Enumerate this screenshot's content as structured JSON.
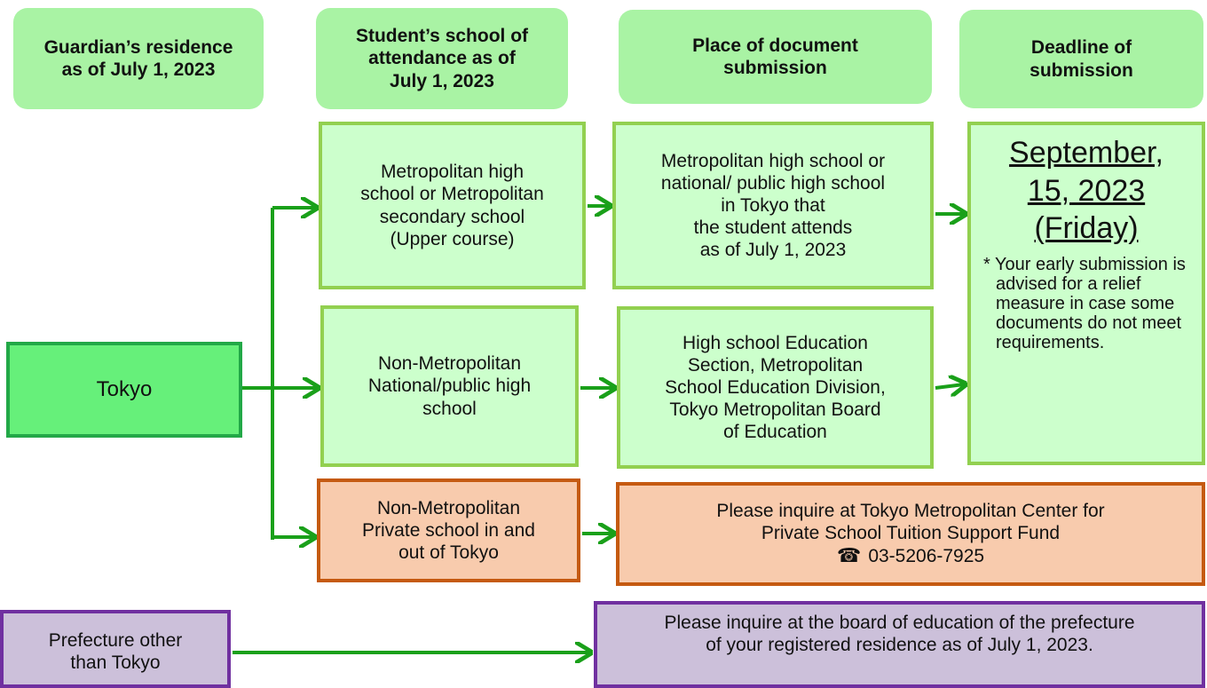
{
  "headers": {
    "residence": [
      "Guardian’s residence",
      "as of July 1, 2023"
    ],
    "school": [
      "Student’s school of",
      "attendance as of",
      "July 1, 2023"
    ],
    "place": [
      "Place of document",
      "submission"
    ],
    "deadline": [
      "Deadline of",
      "submission"
    ]
  },
  "residence": {
    "tokyo": "Tokyo",
    "other": [
      "Prefecture other",
      "than Tokyo"
    ]
  },
  "schools": {
    "metropolitan": [
      "Metropolitan high",
      "school or Metropolitan",
      "secondary school",
      "(Upper course)"
    ],
    "national_public": [
      "Non-Metropolitan",
      "National/public high",
      "school"
    ],
    "private": [
      "Non-Metropolitan",
      "Private school in and",
      "out of Tokyo"
    ]
  },
  "places": {
    "metropolitan": [
      "Metropolitan high school or",
      "national/ public high school",
      "in Tokyo that",
      "the student attends",
      "as of July 1, 2023"
    ],
    "national_public": [
      "High school Education",
      "Section, Metropolitan",
      "School Education Division,",
      "Tokyo Metropolitan Board",
      "of Education"
    ],
    "private": {
      "lines": [
        "Please inquire at Tokyo Metropolitan Center for",
        "Private School Tuition Support Fund"
      ],
      "phone_icon": "phone-icon",
      "phone": "03-5206-7925"
    },
    "other_prefecture": [
      "Please inquire at the board of education of the prefecture",
      "of your registered residence as of July 1, 2023."
    ]
  },
  "deadline": {
    "date": [
      "September,",
      "15, 2023",
      "(Friday)"
    ],
    "note": "* Your early submission is advised for a relief measure in case some documents do not meet requirements."
  },
  "colors": {
    "header_fill": "#a9f3a4",
    "light_green_fill": "#ccffcc",
    "light_green_border": "#92d050",
    "tokyo_fill": "#66f07a",
    "tokyo_border": "#22a847",
    "arrow": "#1aa01a",
    "orange_fill": "#f8cbad",
    "orange_border": "#c55a11",
    "purple_fill": "#ccc0da",
    "purple_border": "#7030a0"
  }
}
